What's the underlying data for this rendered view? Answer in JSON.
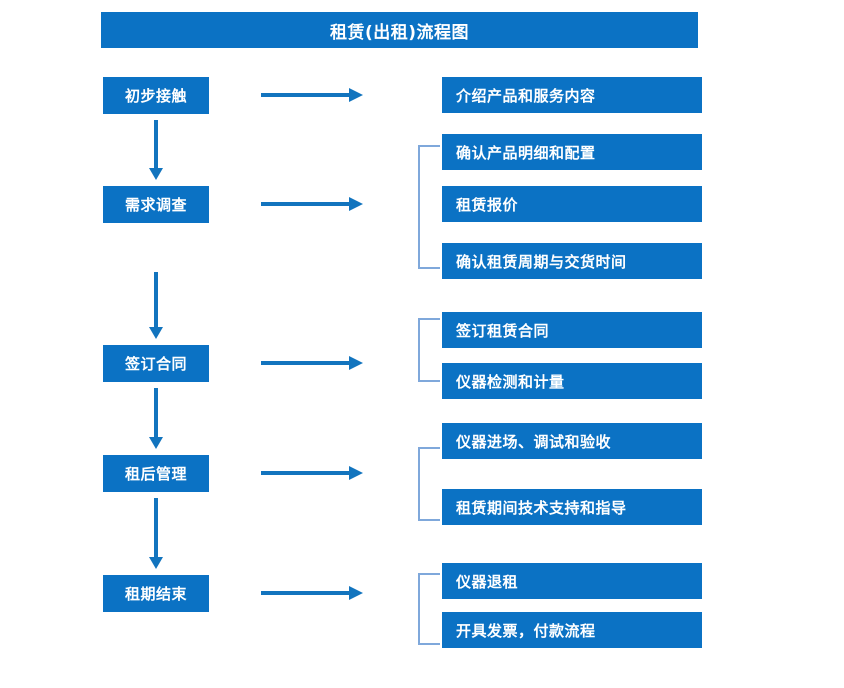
{
  "diagram": {
    "title": "租赁(出租)流程图",
    "theme": {
      "box_fill": "#0B72C4",
      "box_text": "#FFFFFF",
      "arrow": "#1274BE",
      "bracket": "#7FA8DB",
      "background": "#FFFFFF"
    },
    "stages": [
      {
        "label": "初步接触"
      },
      {
        "label": "需求调查"
      },
      {
        "label": "签订合同"
      },
      {
        "label": "租后管理"
      },
      {
        "label": "租期结束"
      }
    ],
    "groups": [
      {
        "stage": "初步接触",
        "bracketed": false,
        "details": [
          {
            "label": "介绍产品和服务内容"
          }
        ]
      },
      {
        "stage": "需求调查",
        "bracketed": true,
        "details": [
          {
            "label": "确认产品明细和配置"
          },
          {
            "label": "租赁报价"
          },
          {
            "label": "确认租赁周期与交货时间"
          }
        ]
      },
      {
        "stage": "签订合同",
        "bracketed": true,
        "details": [
          {
            "label": "签订租赁合同"
          },
          {
            "label": "仪器检测和计量"
          }
        ]
      },
      {
        "stage": "租后管理",
        "bracketed": true,
        "details": [
          {
            "label": "仪器进场、调试和验收"
          },
          {
            "label": "租赁期间技术支持和指导"
          }
        ]
      },
      {
        "stage": "租期结束",
        "bracketed": true,
        "details": [
          {
            "label": "仪器退租"
          },
          {
            "label": "开具发票，付款流程"
          }
        ]
      }
    ]
  }
}
